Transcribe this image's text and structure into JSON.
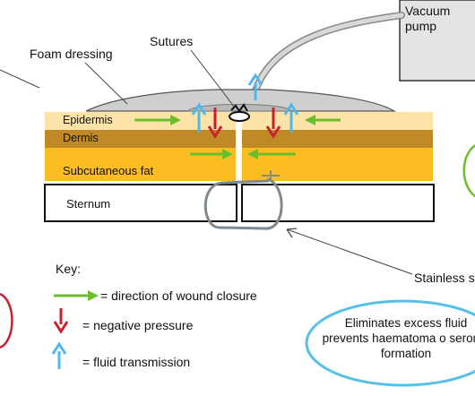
{
  "labels": {
    "vacuum_pump": "Vacuum\npump",
    "foam_dressing": "Foam dressing",
    "sutures": "Sutures",
    "epidermis": "Epidermis",
    "dermis": "Dermis",
    "subcutaneous_fat": "Subcutaneous fat",
    "sternum": "Sternum",
    "stainless": "Stainless s"
  },
  "key": {
    "title": "Key:",
    "wound_closure": "= direction of wound closure",
    "negative_pressure": "= negative pressure",
    "fluid_transmission": "= fluid transmission"
  },
  "callout": {
    "text": "Eliminates excess fluid prevents haematoma o seroma formation"
  },
  "colors": {
    "epidermis": "#fde3a7",
    "dermis": "#bf8a25",
    "subcutaneous_fat": "#fbbd22",
    "wound_closure_arrow": "#6abf2a",
    "negative_pressure_arrow": "#cc1f2d",
    "fluid_arrow": "#4fb8e8",
    "callout_border": "#55c0e8",
    "wire": "#808890"
  }
}
